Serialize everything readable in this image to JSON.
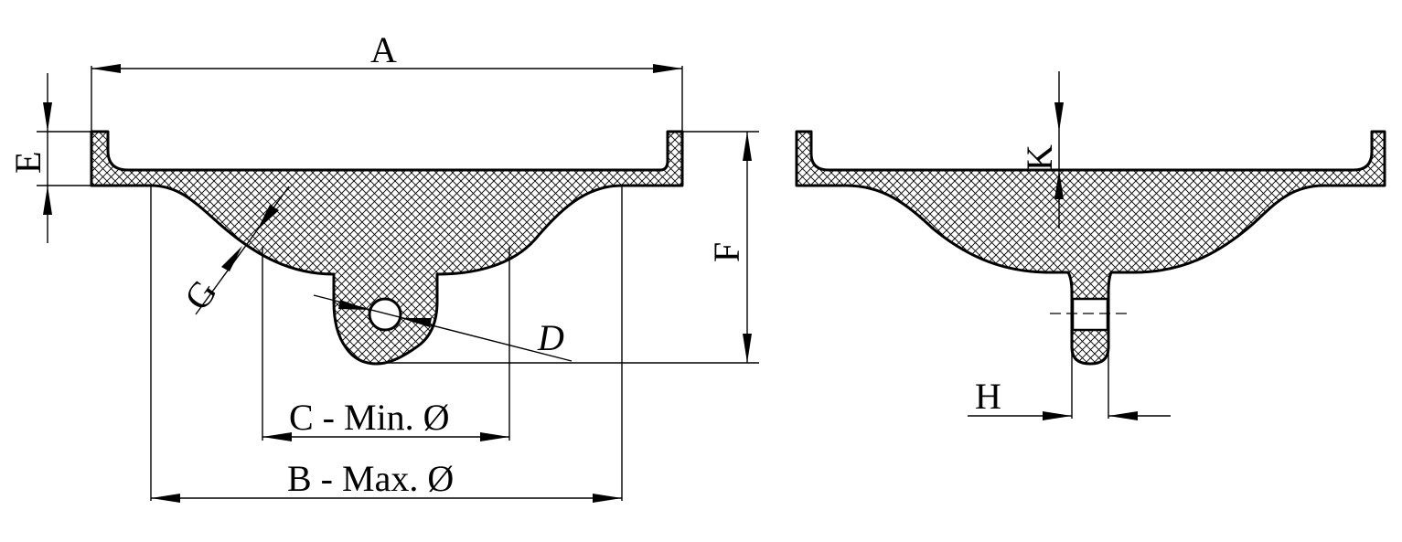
{
  "labels": {
    "A": "A",
    "B": "B - Max. Ø",
    "C": "C - Min. Ø",
    "D": "D",
    "E": "E",
    "F": "F",
    "G": "G",
    "H": "H",
    "K": "K"
  }
}
